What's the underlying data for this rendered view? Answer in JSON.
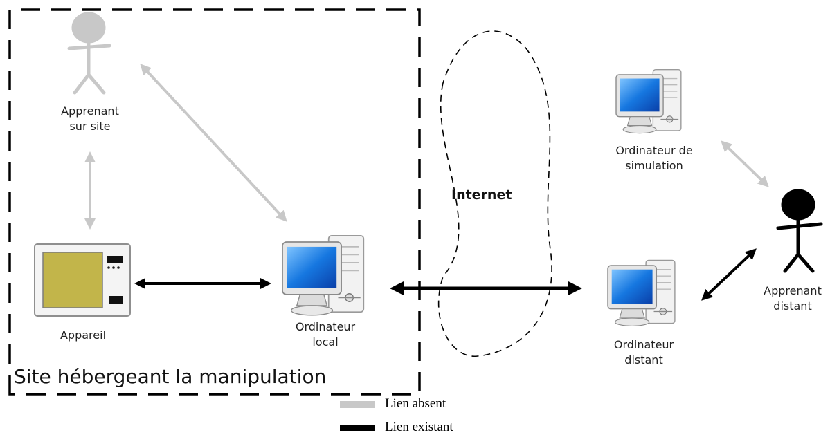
{
  "site": {
    "label": "Site hébergeant la manipulation"
  },
  "internet": {
    "label": "Internet"
  },
  "nodes": {
    "learner_onsite": {
      "line1": "Apprenant",
      "line2": "sur site"
    },
    "device": {
      "label": "Appareil"
    },
    "local_computer": {
      "line1": "Ordinateur",
      "line2": "local"
    },
    "simulation_computer": {
      "line1": "Ordinateur de",
      "line2": "simulation"
    },
    "remote_computer": {
      "line1": "Ordinateur",
      "line2": "distant"
    },
    "remote_learner": {
      "line1": "Apprenant",
      "line2": "distant"
    }
  },
  "legend": {
    "absent": {
      "label": "Lien absent",
      "color": "#c8c8c8"
    },
    "existing": {
      "label": "Lien existant",
      "color": "#000000"
    }
  }
}
